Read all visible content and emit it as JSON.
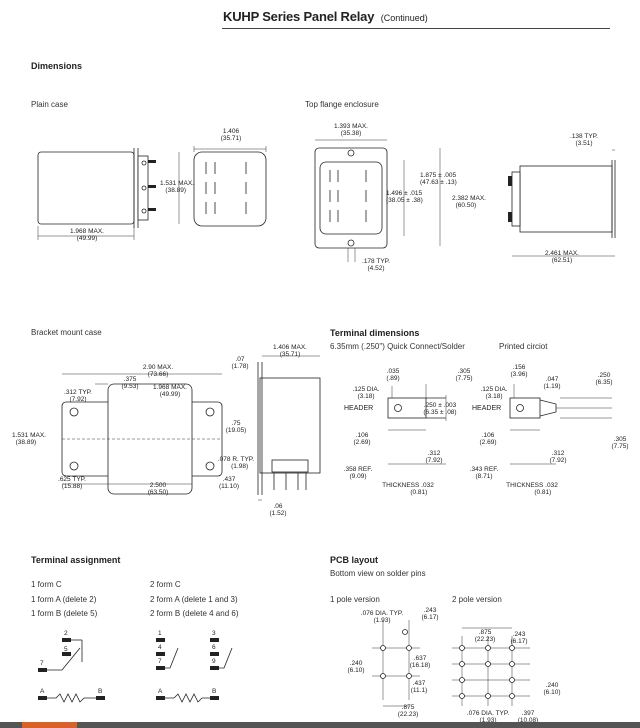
{
  "header": {
    "title": "KUHP Series Panel Relay",
    "subtitle": "(Continued)"
  },
  "sections": {
    "dimensions": "Dimensions",
    "plain_case": "Plain case",
    "top_flange": "Top flange enclosure",
    "bracket_mount": "Bracket mount case",
    "terminal_dimensions": "Terminal dimensions",
    "quick_connect": "6.35mm (.250\") Quick Connect/Solder",
    "printed_circuit": "Printed circiot",
    "terminal_assignment": "Terminal assignment",
    "pcb_layout": "PCB layout",
    "bottom_view": "Bottom view on solder pins",
    "one_pole": "1 pole version",
    "two_pole": "2 pole version"
  },
  "plain": {
    "d1406": "1.406",
    "d1406mm": "(35.71)",
    "d1531": "1.531 MAX.",
    "d1531mm": "(38.89)",
    "d1968": "1.968 MAX.",
    "d1968mm": "(49.99)"
  },
  "flange": {
    "d1393": "1.393 MAX.",
    "d1393mm": "(35.38)",
    "d1875": "1.875 ± .005",
    "d1875mm": "(47.63 ± .13)",
    "d1496": "1.496 ± .015",
    "d1496mm": "(38.05 ± .38)",
    "d2382": "2.382 MAX.",
    "d2382mm": "(60.50)",
    "d178": ".178 TYP.",
    "d178mm": "(4.52)",
    "d138": ".138 TYP.",
    "d138mm": "(3.51)",
    "d2461": "2.461 MAX.",
    "d2461mm": "(62.51)"
  },
  "bracket": {
    "d290": "2.90 MAX.",
    "d290mm": "(73.66)",
    "d375": ".375",
    "d375mm": "(9.53)",
    "d1968": "1.968 MAX.",
    "d1968mm": "(49.99)",
    "d312": ".312 TYP.",
    "d312mm": "(7.92)",
    "d1531": "1.531 MAX.",
    "d1531mm": "(38.89)",
    "d625": ".625 TYP.",
    "d625mm": "(15.88)",
    "d2500": "2.500",
    "d2500mm": "(63.50)",
    "d437": ".437",
    "d437mm": "(11.10)",
    "d078": ".078 R. TYP.",
    "d078mm": "(1.98)",
    "d75": ".75",
    "d75mm": "(19.05)",
    "d07": ".07",
    "d07mm": "(1.78)",
    "d1406": "1.406 MAX.",
    "d1406mm": "(35.71)",
    "d06": ".06",
    "d06mm": "(1.52)"
  },
  "term_qc": {
    "d035": ".035",
    "d035mm": "(.89)",
    "d305": ".305",
    "d305mm": "(7.75)",
    "d125": ".125 DIA.",
    "d125mm": "(3.18)",
    "header": "HEADER",
    "d250": ".250 ± .003",
    "d250mm": "(6.35 ± .08)",
    "d106": ".106",
    "d106mm": "(2.69)",
    "d312": ".312",
    "d312mm": "(7.92)",
    "d358": ".358 REF.",
    "d358mm": "(9.09)",
    "thickness": "THICKNESS .032",
    "thicknessmm": "(0.81)"
  },
  "term_pc": {
    "d156": ".156",
    "d156mm": "(3.96)",
    "d250": ".250",
    "d250mm": "(6.35)",
    "d047": ".047",
    "d047mm": "(1.19)",
    "d125": ".125 DIA.",
    "d125mm": "(3.18)",
    "header": "HEADER",
    "d106": ".106",
    "d106mm": "(2.69)",
    "d312": ".312",
    "d312mm": "(7.92)",
    "d305": ".305",
    "d305mm": "(7.75)",
    "d343": ".343 REF.",
    "d343mm": "(8.71)",
    "thickness": "THICKNESS .032",
    "thicknessmm": "(0.81)"
  },
  "assign": {
    "left": [
      "1 form C",
      "1 form A (delete 2)",
      "1 form B (delete 5)"
    ],
    "right": [
      "2 form C",
      "2 form A (delete 1 and 3)",
      "2 form B (delete 4 and 6)"
    ],
    "pins_left": [
      "2",
      "5",
      "7",
      "A",
      "B"
    ],
    "pins_right": [
      "1",
      "3",
      "4",
      "6",
      "7",
      "9",
      "A",
      "B"
    ]
  },
  "pcb1": {
    "d076": ".076 DIA. TYP.",
    "d076mm": "(1.93)",
    "d243": ".243",
    "d243mm": "(6.17)",
    "d637": ".637",
    "d637mm": "(16.18)",
    "d240": ".240",
    "d240mm": "(6.10)",
    "d437": ".437",
    "d437mm": "(11.1)",
    "d875": ".875",
    "d875mm": "(22.23)"
  },
  "pcb2": {
    "d875": ".875",
    "d875mm": "(22.23)",
    "d243": ".243",
    "d243mm": "(6.17)",
    "d240": ".240",
    "d240mm": "(6.10)",
    "d076": ".076 DIA. TYP.",
    "d076mm": "(1.93)",
    "d397": ".397",
    "d397mm": "(10.08)"
  }
}
